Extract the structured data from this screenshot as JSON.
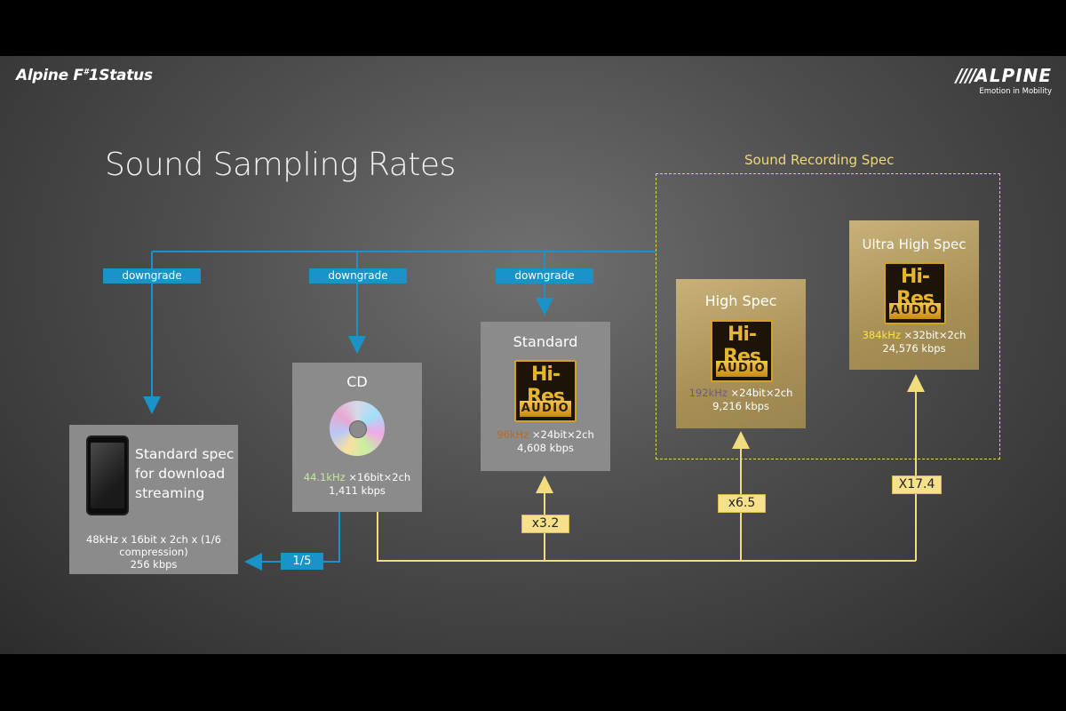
{
  "brand_left": "Alpine F#1Status",
  "brand_right": {
    "name": "ALPINE",
    "tagline": "Emotion in Mobility"
  },
  "title": "Sound Sampling Rates",
  "recording_spec_label": "Sound Recording Spec",
  "downgrade_label": "downgrade",
  "streaming": {
    "title": "Standard spec for download streaming",
    "spec_line1": "48kHz  x 16bit x 2ch  x (1/6",
    "spec_line2": "compression)",
    "bitrate": "256 kbps"
  },
  "cd": {
    "title": "CD",
    "rate": "44.1kHz",
    "spec": " ×16bit×2ch",
    "bitrate": "1,411 kbps"
  },
  "standard": {
    "title": "Standard",
    "rate": "96kHz",
    "spec": " ×24bit×2ch",
    "bitrate": "4,608 kbps"
  },
  "high": {
    "title": "High Spec",
    "rate": "192kHz",
    "spec": " ×24bit×2ch",
    "bitrate": "9,216 kbps"
  },
  "ultra": {
    "title": "Ultra High Spec",
    "rate": "384kHz",
    "spec": " ×32bit×2ch",
    "bitrate": "24,576 kbps"
  },
  "hires_logo": {
    "top": "Hi-Res",
    "bottom": "AUDIO"
  },
  "multipliers": {
    "standard": "x3.2",
    "high": "x6.5",
    "ultra": "X17.4"
  },
  "compression": "1/5",
  "colors": {
    "downgrade_blue": "#1a93c9",
    "upgrade_yellow": "#f2dc7e",
    "dashed_gold": "#e9cd6a"
  }
}
